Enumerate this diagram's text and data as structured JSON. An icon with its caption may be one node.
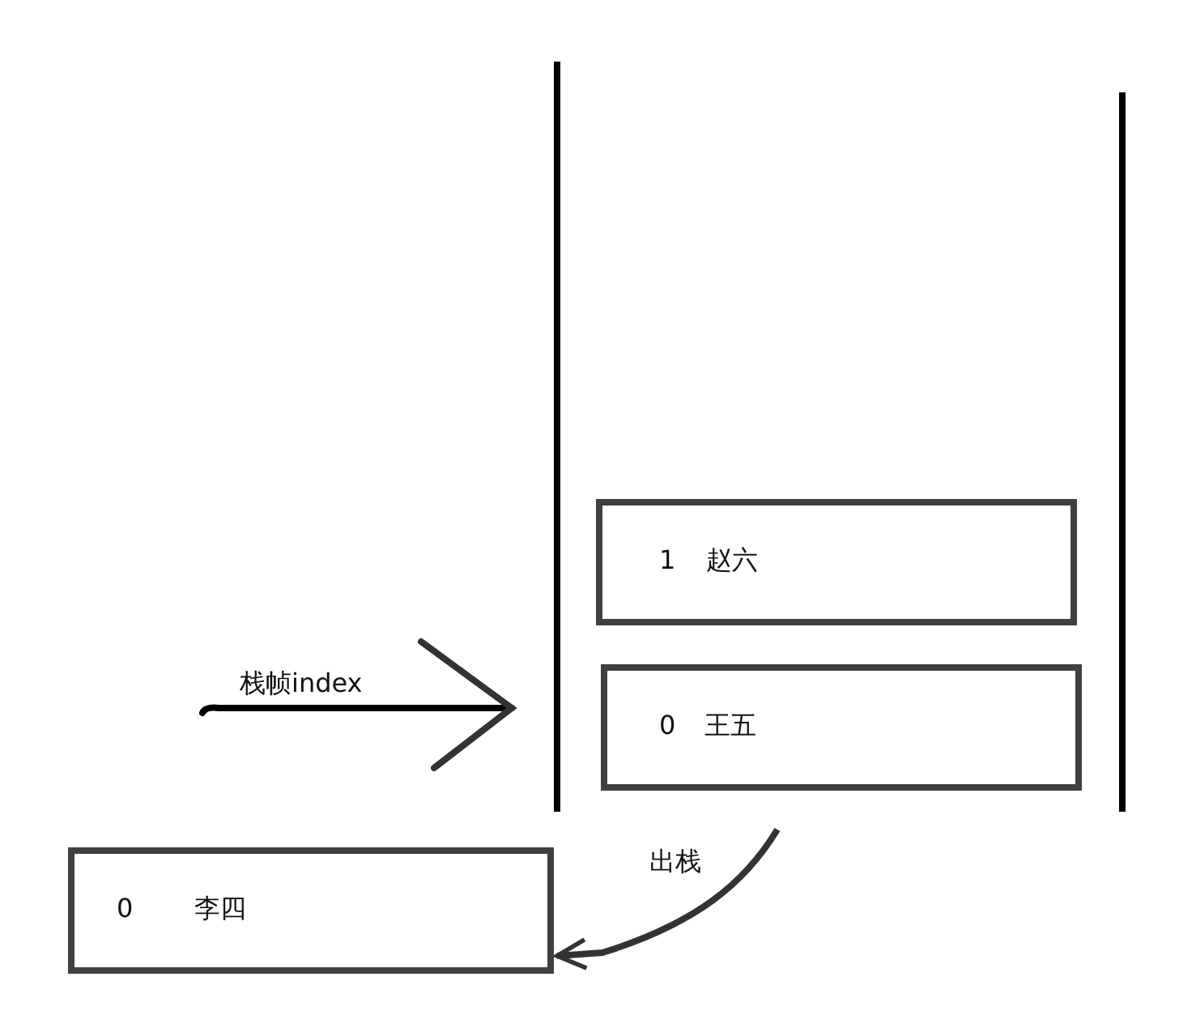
{
  "diagram": {
    "nodes": [
      {
        "text": [
          "1",
          "赵六"
        ]
      },
      {
        "text": [
          "0",
          "王五"
        ]
      },
      {
        "text": [
          "0",
          "李四"
        ]
      }
    ],
    "edges": [
      {
        "from": 1,
        "to": 2,
        "arrow": "to",
        "label": "出栈"
      }
    ],
    "labels": [
      "栈帧index"
    ]
  }
}
